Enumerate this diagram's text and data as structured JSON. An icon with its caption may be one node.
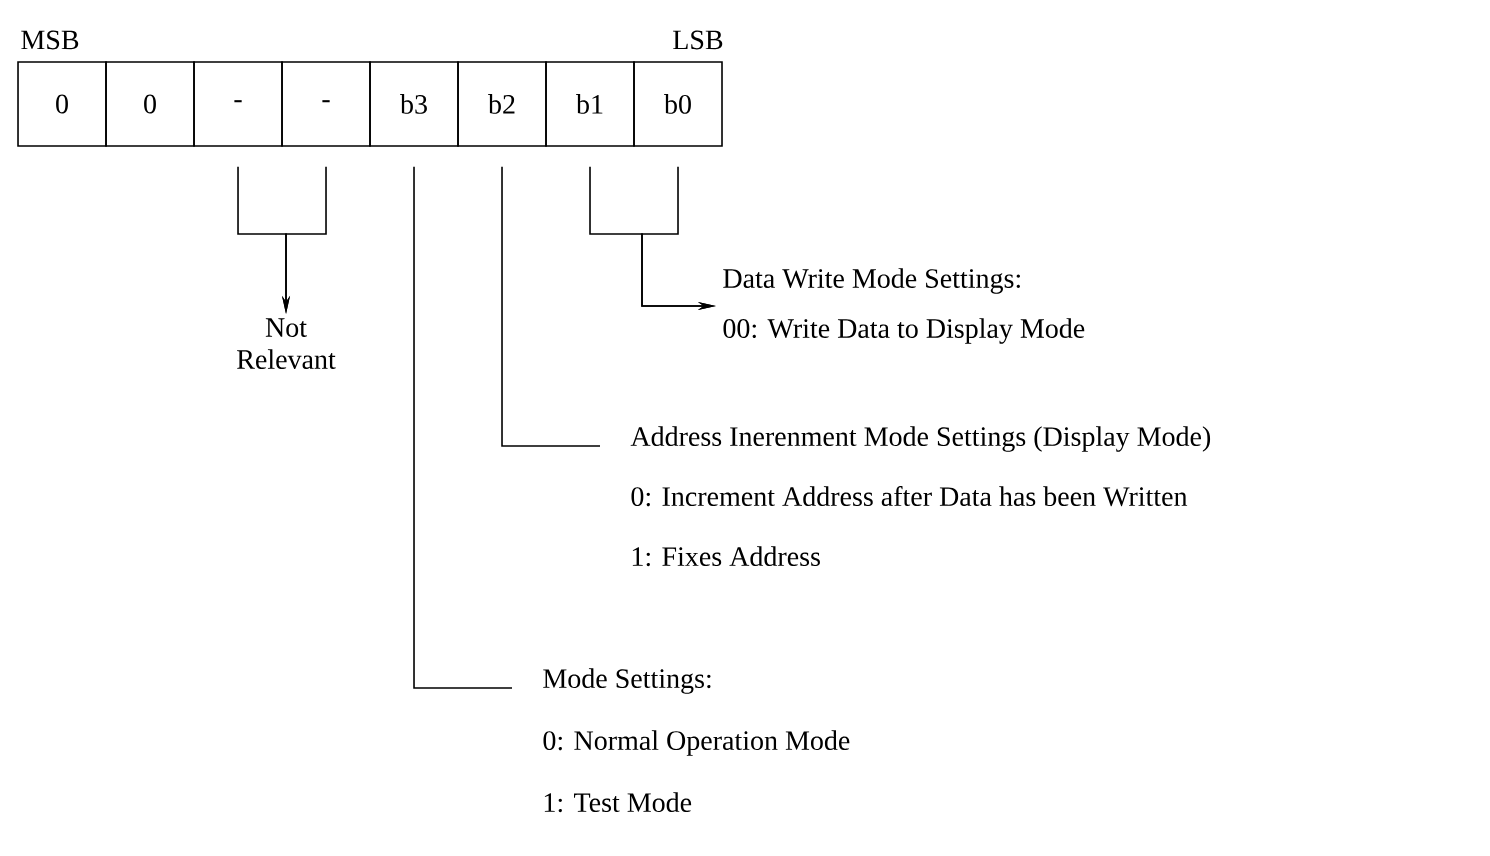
{
  "diagram": {
    "nodes": [
      {
        "text": [
          "0"
        ]
      },
      {
        "text": [
          "0"
        ]
      },
      {
        "text": [
          "-"
        ]
      },
      {
        "text": [
          "-"
        ]
      },
      {
        "text": [
          "b3"
        ]
      },
      {
        "text": [
          "b2"
        ]
      },
      {
        "text": [
          "b1"
        ]
      },
      {
        "text": [
          "b0"
        ]
      },
      {
        "text": [
          "Not Relevant"
        ]
      },
      {
        "text": [
          "Data Write Mode Settings:",
          "00: Write Data to Display Mode"
        ]
      },
      {
        "text": [
          "Address Inerenment Mode Settings (Display Mode)",
          "0: Increment Address after Data has been Written",
          "1: Fixes Address"
        ]
      },
      {
        "text": [
          "Mode Settings:",
          "0: Normal Operation Mode",
          "1: Test Mode"
        ]
      }
    ],
    "edges": [
      {
        "from": 2,
        "to": 8,
        "arrow": "to"
      },
      {
        "from": 3,
        "to": 8,
        "arrow": "to"
      },
      {
        "from": 6,
        "to": 9,
        "arrow": "to"
      },
      {
        "from": 7,
        "to": 9,
        "arrow": "to"
      },
      {
        "from": 5,
        "to": 10,
        "arrow": "none"
      },
      {
        "from": 4,
        "to": 11,
        "arrow": "none"
      }
    ],
    "labels": [
      "MSB",
      "LSB"
    ]
  }
}
